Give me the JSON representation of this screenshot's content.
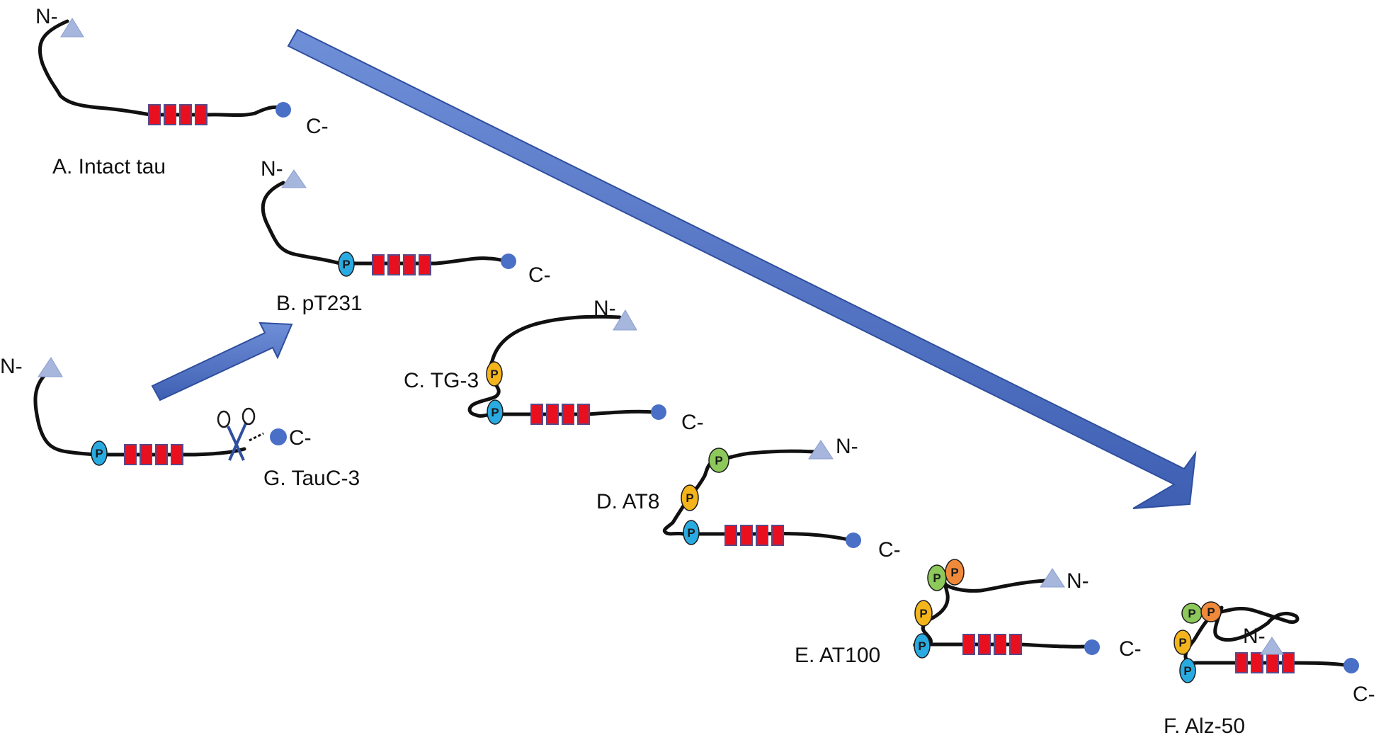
{
  "colors": {
    "arrow": "#4a6fc7",
    "arrow_dark": "#2f4f9e",
    "chain": "#111111",
    "repeat": "#e8101e",
    "c_terminus": "#4a6fc7",
    "n_terminus": "#a6b6dc",
    "p_blue": "#29abe2",
    "p_yellow": "#f4b41c",
    "p_green": "#8dc85a",
    "p_orange": "#f08a3a"
  },
  "icons": {
    "n_terminus": "triangle-icon",
    "c_terminus": "circle-icon",
    "cleavage": "scissors-icon"
  },
  "phospho_text": "P",
  "terminals": {
    "n": "N-",
    "c": "C-"
  },
  "forms": [
    {
      "id": "A",
      "label": "A. Intact tau"
    },
    {
      "id": "B",
      "label": "B. pT231"
    },
    {
      "id": "C",
      "label": "C. TG-3"
    },
    {
      "id": "D",
      "label": "D. AT8"
    },
    {
      "id": "E",
      "label": "E. AT100"
    },
    {
      "id": "F",
      "label": "F. Alz-50"
    },
    {
      "id": "G",
      "label": "G. TauC-3"
    }
  ]
}
